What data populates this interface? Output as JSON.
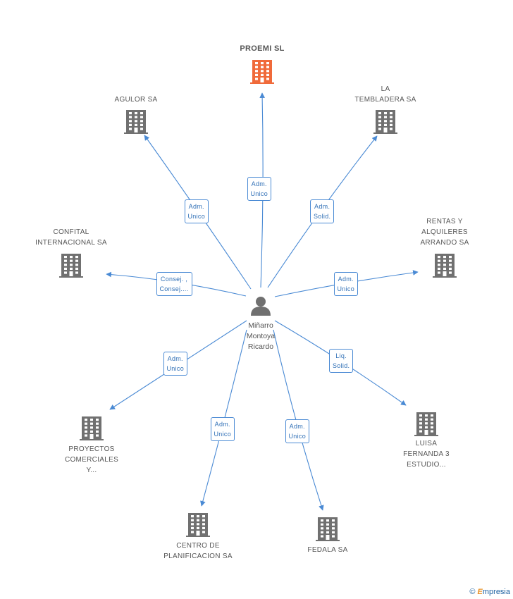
{
  "colors": {
    "edge": "#4a8ad4",
    "building": "#707070",
    "building_main": "#f06a3a",
    "person": "#707070"
  },
  "person": {
    "name": "Miñarro\nMontoya\nRicardo",
    "icon": "person-icon"
  },
  "companies": [
    {
      "id": "proemi",
      "label": "PROEMI SL",
      "main": true,
      "icon": "building-icon",
      "relation": "Adm.\nUnico"
    },
    {
      "id": "agulor",
      "label": "AGULOR SA",
      "main": false,
      "icon": "building-icon",
      "relation": "Adm.\nUnico"
    },
    {
      "id": "latembladera",
      "label": "LA\nTEMBLADERA SA",
      "main": false,
      "icon": "building-icon",
      "relation": "Adm.\nSolid."
    },
    {
      "id": "confital",
      "label": "CONFITAL\nINTERNACIONAL SA",
      "main": false,
      "icon": "building-icon",
      "relation": "Consej. ,\nConsej...."
    },
    {
      "id": "rentas",
      "label": "RENTAS Y\nALQUILERES\nARRANDO SA",
      "main": false,
      "icon": "building-icon",
      "relation": "Adm.\nUnico"
    },
    {
      "id": "proyectos",
      "label": "PROYECTOS\nCOMERCIALES\nY...",
      "main": false,
      "icon": "building-icon",
      "relation": "Adm.\nUnico"
    },
    {
      "id": "luisa",
      "label": "LUISA\nFERNANDA 3\nESTUDIO...",
      "main": false,
      "icon": "building-icon",
      "relation": "Liq.\nSolid."
    },
    {
      "id": "centro",
      "label": "CENTRO DE\nPLANIFICACION SA",
      "main": false,
      "icon": "building-icon",
      "relation": "Adm.\nUnico"
    },
    {
      "id": "fedala",
      "label": "FEDALA SA",
      "main": false,
      "icon": "building-icon",
      "relation": "Adm.\nUnico"
    }
  ],
  "footer": {
    "copyright": "©",
    "brand_initial": "E",
    "brand_rest": "mpresia"
  }
}
